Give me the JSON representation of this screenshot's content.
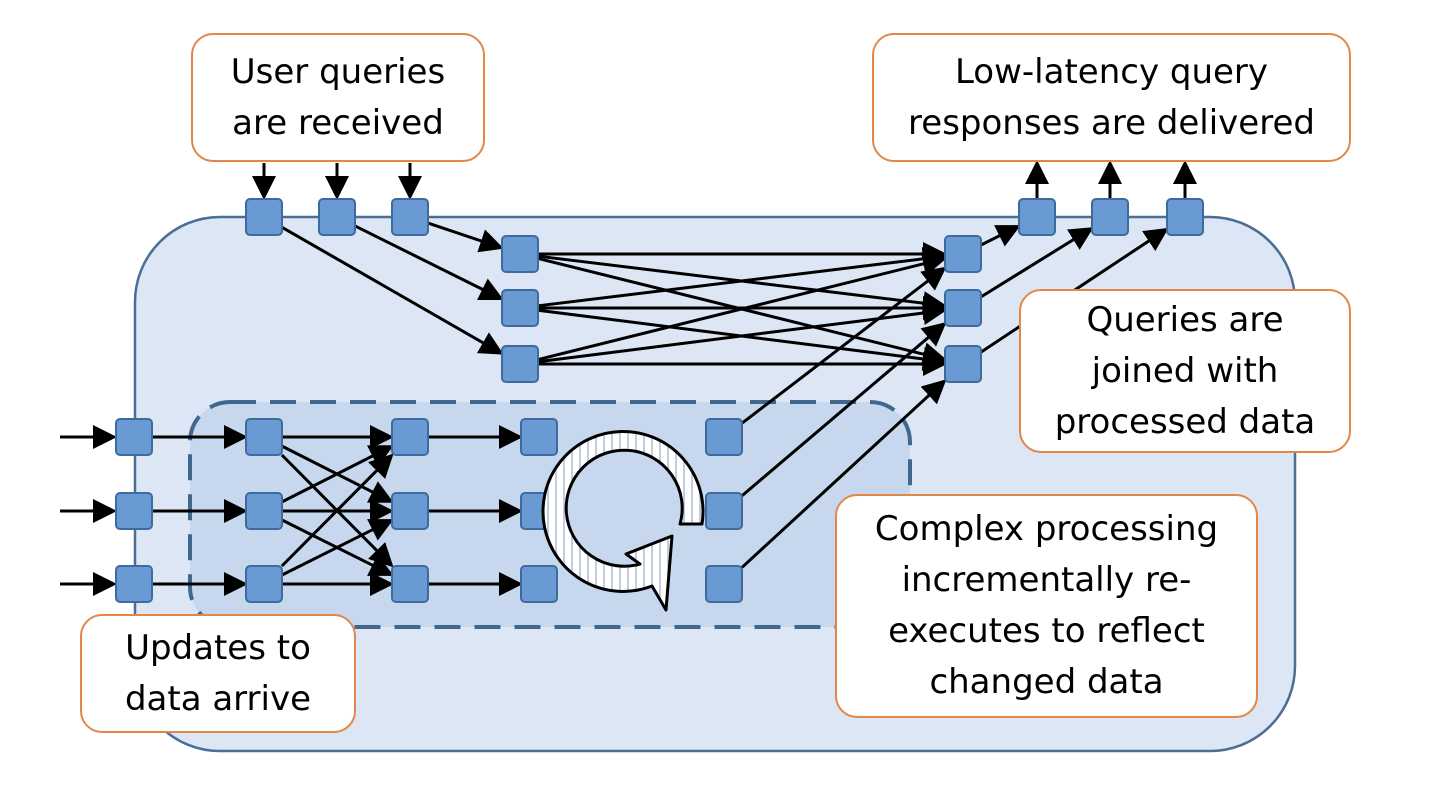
{
  "labels": {
    "user_queries": [
      "User queries",
      "are received"
    ],
    "low_latency": [
      "Low-latency query",
      "responses are delivered"
    ],
    "joined": [
      "Queries are",
      "joined with",
      "processed data"
    ],
    "complex": [
      "Complex processing",
      "incrementally re-",
      "executes to reflect",
      "changed data"
    ],
    "updates": [
      "Updates to",
      "data arrive"
    ]
  },
  "colors": {
    "outer_fill": "#DCE6F4",
    "outer_stroke": "#4A6E96",
    "inner_fill": "#C7D8EE",
    "inner_stroke": "#41678F",
    "node_fill": "#6A9AD3",
    "node_stroke": "#3D6B9C",
    "callout_border": "#E0874A",
    "edge": "#000000"
  },
  "icons": [
    "circular-arrow-icon"
  ]
}
